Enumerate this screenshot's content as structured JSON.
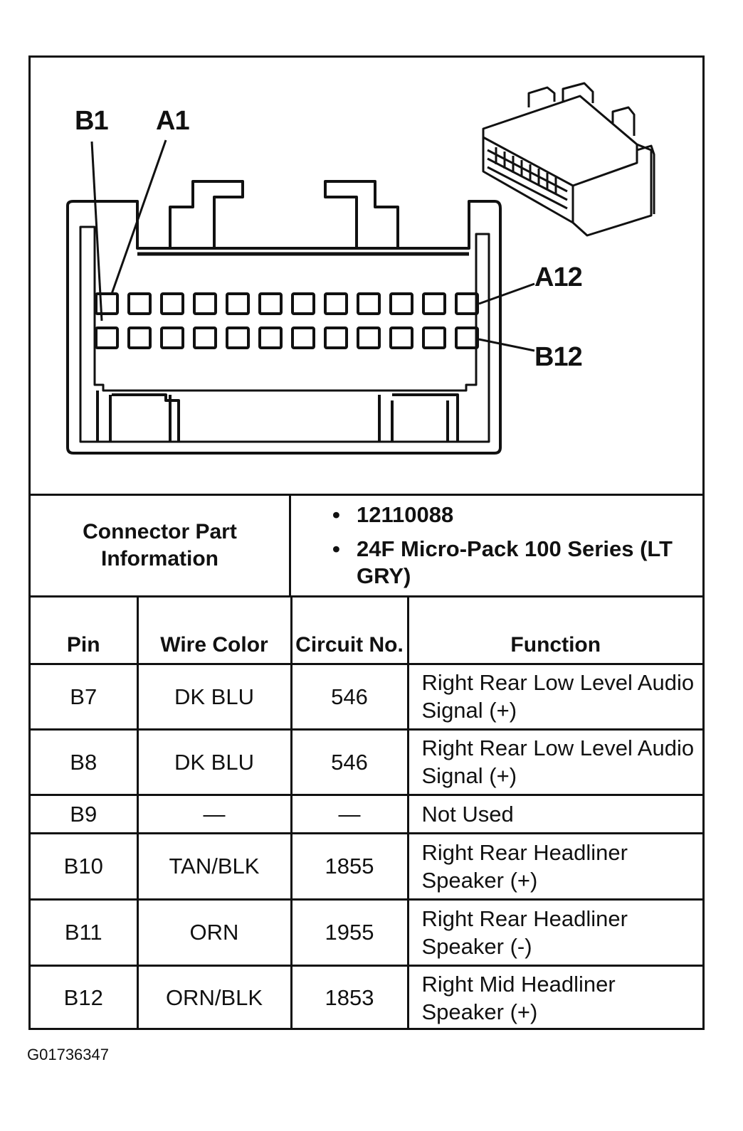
{
  "diagram": {
    "labels": {
      "b1": "B1",
      "a1": "A1",
      "a12": "A12",
      "b12": "B12"
    }
  },
  "connector_info": {
    "label": "Connector Part Information",
    "bullet_symbol": "•",
    "items": [
      "12110088",
      "24F Micro-Pack 100 Series (LT GRY)"
    ]
  },
  "table": {
    "headers": {
      "pin": "Pin",
      "wire_color": "Wire Color",
      "circuit_no": "Circuit No.",
      "function": "Function"
    },
    "rows": [
      {
        "pin": "B7",
        "wire_color": "DK BLU",
        "circuit": "546",
        "function": "Right Rear Low Level Audio Signal (+)"
      },
      {
        "pin": "B8",
        "wire_color": "DK BLU",
        "circuit": "546",
        "function": "Right Rear Low Level Audio Signal (+)"
      },
      {
        "pin": "B9",
        "wire_color": "—",
        "circuit": "—",
        "function": "Not Used"
      },
      {
        "pin": "B10",
        "wire_color": "TAN/BLK",
        "circuit": "1855",
        "function": "Right Rear Headliner Speaker (+)"
      },
      {
        "pin": "B11",
        "wire_color": "ORN",
        "circuit": "1955",
        "function": "Right Rear Headliner Speaker (-)"
      },
      {
        "pin": "B12",
        "wire_color": "ORN/BLK",
        "circuit": "1853",
        "function": "Right Mid Headliner Speaker (+)"
      }
    ]
  },
  "figure_id": "G01736347"
}
